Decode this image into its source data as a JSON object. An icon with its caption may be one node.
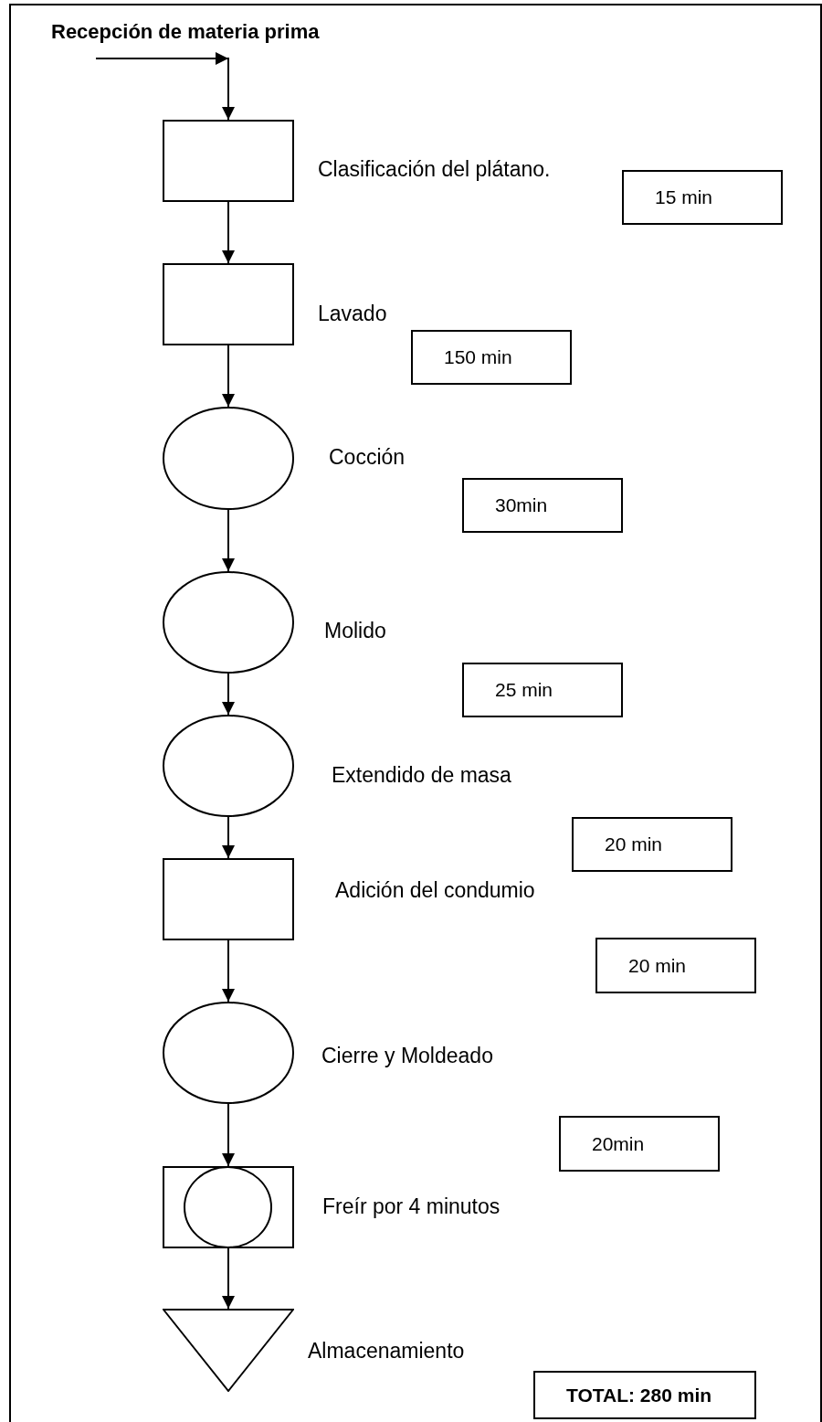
{
  "diagram": {
    "title": "Recepción de materia prima",
    "nodes": [
      {
        "text": [],
        "shape": "box",
        "beside": [
          "Clasificación del plátano."
        ]
      },
      {
        "text": [
          "15 min"
        ]
      },
      {
        "text": [],
        "shape": "box",
        "beside": [
          "Lavado"
        ]
      },
      {
        "text": [
          "150 min"
        ]
      },
      {
        "text": [],
        "shape": "ellipse",
        "beside": [
          "Cocción"
        ]
      },
      {
        "text": [
          "30min"
        ]
      },
      {
        "text": [],
        "shape": "ellipse",
        "beside": [
          "Molido"
        ]
      },
      {
        "text": [
          "25 min"
        ]
      },
      {
        "text": [],
        "shape": "ellipse",
        "beside": [
          "Extendido de masa"
        ]
      },
      {
        "text": [
          "20 min"
        ]
      },
      {
        "text": [],
        "shape": "box",
        "beside": [
          "Adición del condumio"
        ]
      },
      {
        "text": [
          "20 min"
        ]
      },
      {
        "text": [],
        "shape": "ellipse",
        "beside": [
          "Cierre y Moldeado"
        ]
      },
      {
        "text": [
          "20min"
        ]
      },
      {
        "text": [],
        "shape": "box",
        "beside": [
          "Freír por 4 minutos"
        ]
      },
      {
        "text": [],
        "shape": "circle",
        "in": 14
      },
      {
        "text": [],
        "shape": "triangle",
        "beside": [
          "Almacenamiento"
        ]
      },
      {
        "text": [
          "TOTAL: 280 min"
        ]
      }
    ],
    "edges": [
      {
        "from": null,
        "to": 0,
        "arrow": "to"
      },
      {
        "from": 0,
        "to": 2,
        "arrow": "to"
      },
      {
        "from": 2,
        "to": 4,
        "arrow": "to"
      },
      {
        "from": 4,
        "to": 6,
        "arrow": "to"
      },
      {
        "from": 6,
        "to": 8,
        "arrow": "to"
      },
      {
        "from": 8,
        "to": 10,
        "arrow": "to"
      },
      {
        "from": 10,
        "to": 12,
        "arrow": "to"
      },
      {
        "from": 12,
        "to": 14,
        "arrow": "to"
      },
      {
        "from": 14,
        "to": 16,
        "arrow": "to"
      }
    ]
  }
}
